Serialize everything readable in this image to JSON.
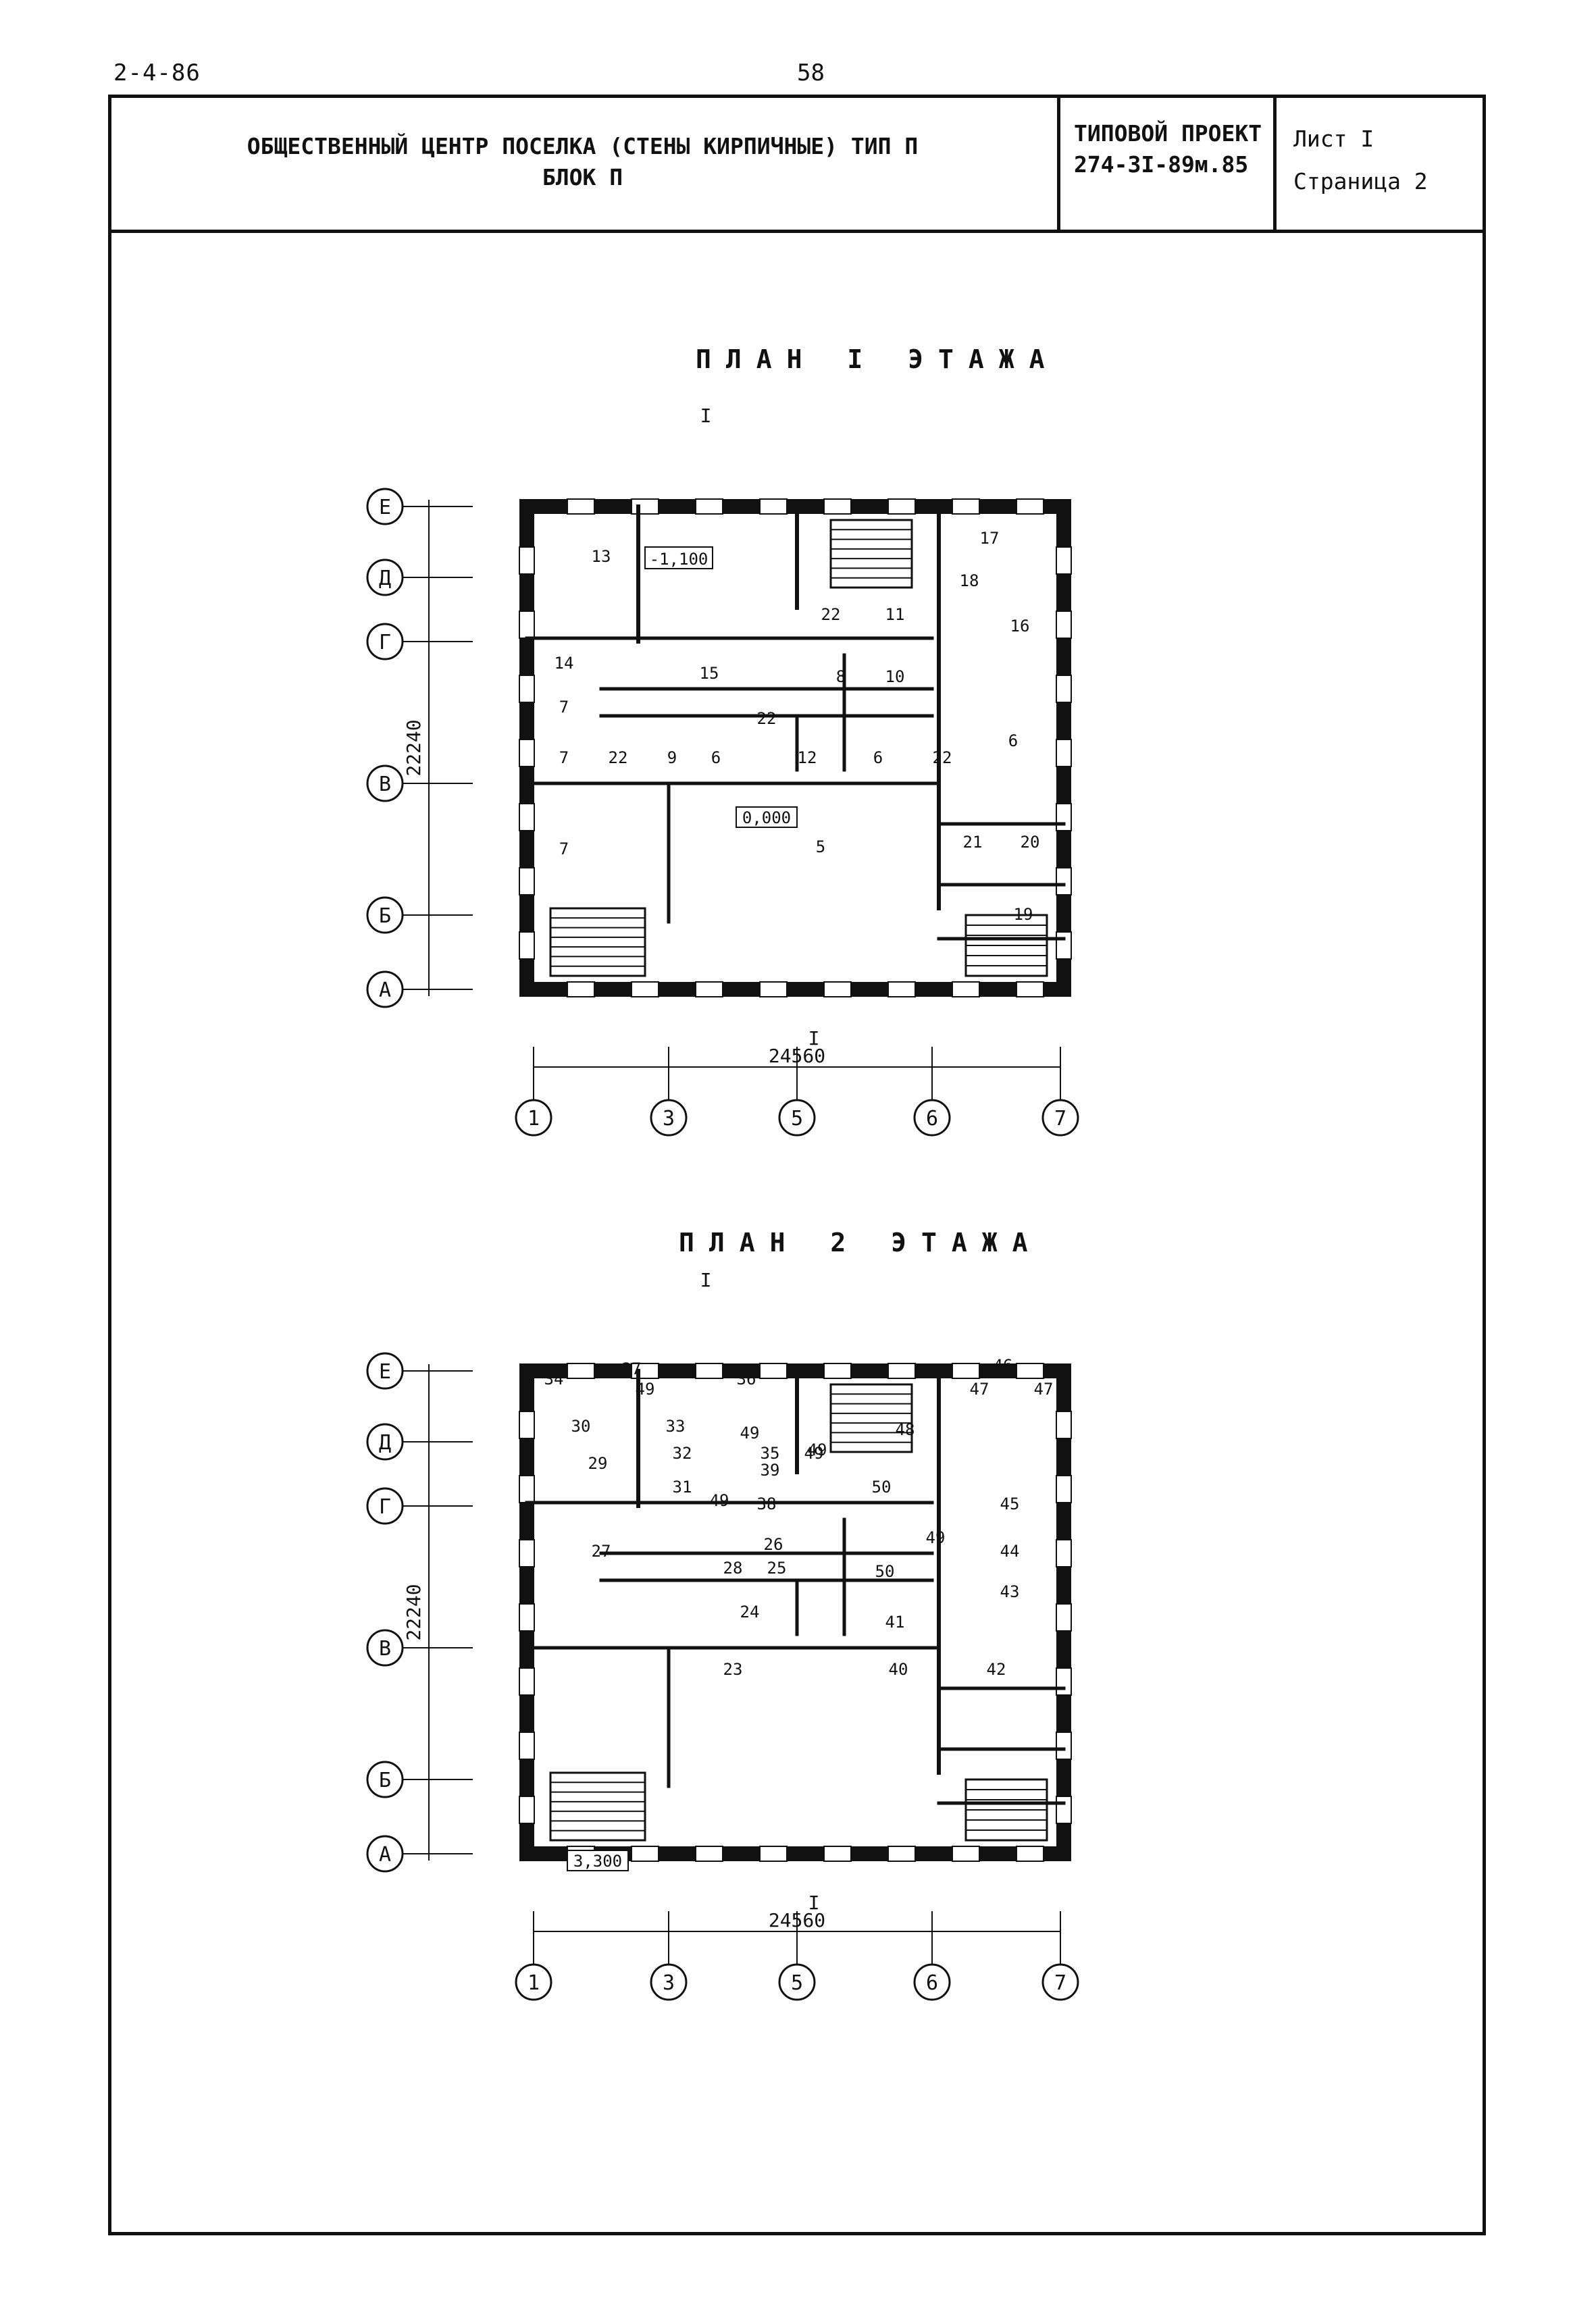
{
  "header": {
    "doc_code": "2-4-86",
    "page_number": "58"
  },
  "title_block": {
    "title_line1": "ОБЩЕСТВЕННЫЙ ЦЕНТР ПОСЕЛКА (СТЕНЫ КИРПИЧНЫЕ) ТИП П",
    "title_line2": "БЛОК П",
    "project_line1": "ТИПОВОЙ ПРОЕКТ",
    "project_line2": "274-3I-89м.85",
    "sheet": "Лист I",
    "page": "Страница 2"
  },
  "plan1": {
    "title": "ПЛАН I ЭТАЖА",
    "section_mark": "I",
    "row_axes": [
      "Е",
      "Д",
      "Г",
      "В",
      "Б",
      "А"
    ],
    "col_axes": [
      "1",
      "3",
      "5",
      "6",
      "7"
    ],
    "dim_width": "24560",
    "dim_height": "22240",
    "level_top": "-1,100",
    "level_main": "0,000",
    "rooms": [
      "13",
      "17",
      "18",
      "22",
      "11",
      "16",
      "14",
      "15",
      "8",
      "10",
      "7",
      "22",
      "7",
      "22",
      "9",
      "6",
      "12",
      "6",
      "22",
      "6",
      "7",
      "5",
      "21",
      "20",
      "19"
    ]
  },
  "plan2": {
    "title": "ПЛАН 2 ЭТАЖА",
    "section_mark": "I",
    "row_axes": [
      "Е",
      "Д",
      "Г",
      "В",
      "Б",
      "А"
    ],
    "col_axes": [
      "1",
      "3",
      "5",
      "6",
      "7"
    ],
    "dim_width": "24560",
    "dim_height": "22240",
    "level_main": "3,300",
    "rooms": [
      "34",
      "37",
      "49",
      "36",
      "46",
      "47",
      "47",
      "30",
      "33",
      "49",
      "48",
      "49",
      "29",
      "32",
      "35",
      "49",
      "39",
      "31",
      "49",
      "38",
      "50",
      "45",
      "27",
      "26",
      "49",
      "44",
      "28",
      "25",
      "50",
      "43",
      "24",
      "41",
      "23",
      "40",
      "42"
    ]
  }
}
